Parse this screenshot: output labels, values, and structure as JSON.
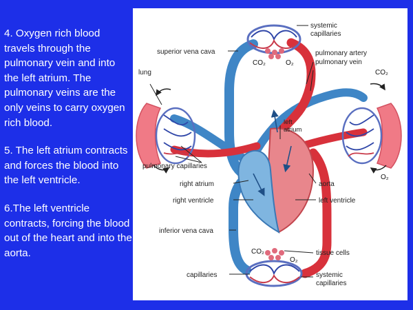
{
  "text": {
    "step4": "4. Oxygen rich blood travels through the pulmonary vein and into the left atrium. The pulmonary veins are the only veins to carry oxygen rich blood.",
    "step5": "5. The left atrium contracts and forces the blood into the left ventricle.",
    "step6": "6.The left ventricle contracts, forcing the blood out of the heart and into the aorta."
  },
  "labels": {
    "systemic_capillaries_top_1": "systemic",
    "systemic_capillaries_top_2": "capillaries",
    "superior_vena_cava": "superior vena cava",
    "pulmonary_artery": "pulmonary artery",
    "pulmonary_vein": "pulmonary vein",
    "lung": "lung",
    "left_atrium_1": "left",
    "left_atrium_2": "atrium",
    "pulmonary_capillaries": "pulmonary capillaries",
    "right_atrium": "right atrium",
    "aorta": "aorta",
    "right_ventricle": "right ventricle",
    "left_ventricle": "left ventricle",
    "inferior_vena_cava": "inferior vena cava",
    "tissue_cells": "tissue cells",
    "capillaries": "capillaries",
    "systemic_capillaries_bottom_1": "systemic",
    "systemic_capillaries_bottom_2": "capillaries",
    "co2": "CO₂",
    "o2": "O₂"
  },
  "colors": {
    "background": "#1d2fe8",
    "oxygenated": "#d8313b",
    "deoxygenated": "#3f86c6",
    "lung_tissue": "#f07a86"
  }
}
